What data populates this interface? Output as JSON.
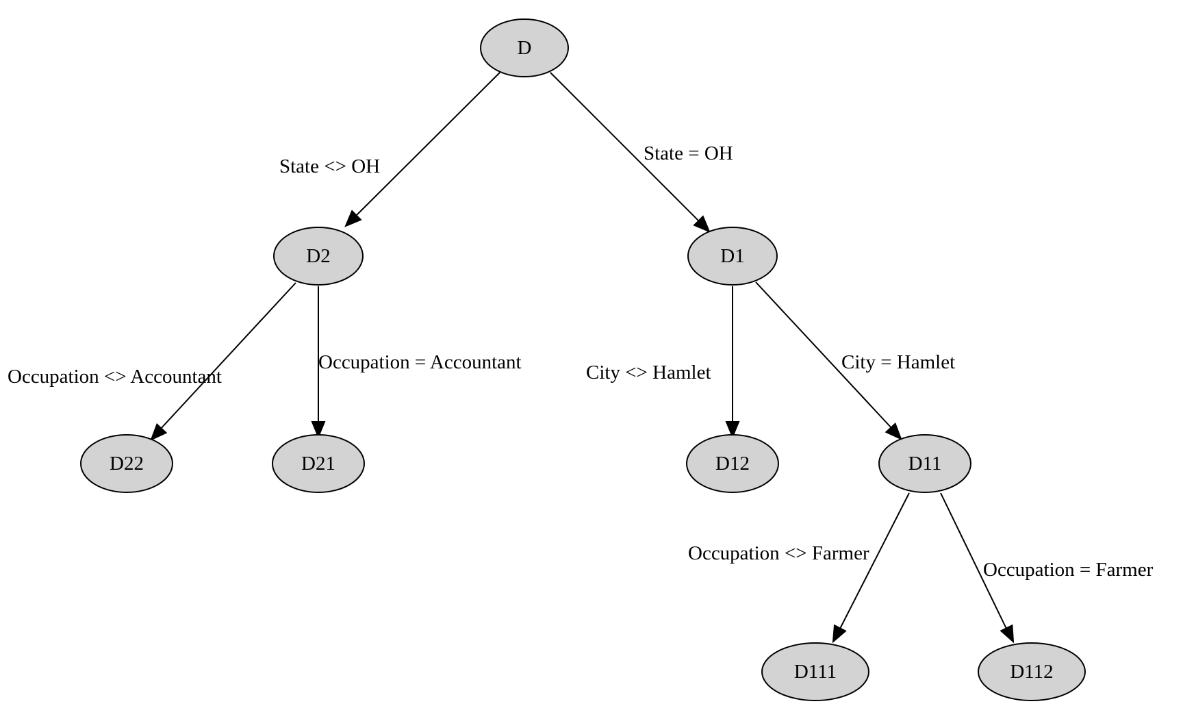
{
  "diagram": {
    "type": "decision-tree",
    "node_fill": "#d3d3d3",
    "stroke_color": "#000000",
    "nodes": [
      {
        "id": "D",
        "label": "D"
      },
      {
        "id": "D2",
        "label": "D2"
      },
      {
        "id": "D1",
        "label": "D1"
      },
      {
        "id": "D22",
        "label": "D22"
      },
      {
        "id": "D21",
        "label": "D21"
      },
      {
        "id": "D12",
        "label": "D12"
      },
      {
        "id": "D11",
        "label": "D11"
      },
      {
        "id": "D111",
        "label": "D111"
      },
      {
        "id": "D112",
        "label": "D112"
      }
    ],
    "edges": [
      {
        "from": "D",
        "to": "D2",
        "label": "State <> OH"
      },
      {
        "from": "D",
        "to": "D1",
        "label": "State = OH"
      },
      {
        "from": "D2",
        "to": "D22",
        "label": "Occupation <> Accountant"
      },
      {
        "from": "D2",
        "to": "D21",
        "label": "Occupation = Accountant"
      },
      {
        "from": "D1",
        "to": "D12",
        "label": "City <> Hamlet"
      },
      {
        "from": "D1",
        "to": "D11",
        "label": "City = Hamlet"
      },
      {
        "from": "D11",
        "to": "D111",
        "label": "Occupation <> Farmer"
      },
      {
        "from": "D11",
        "to": "D112",
        "label": "Occupation = Farmer"
      }
    ]
  }
}
